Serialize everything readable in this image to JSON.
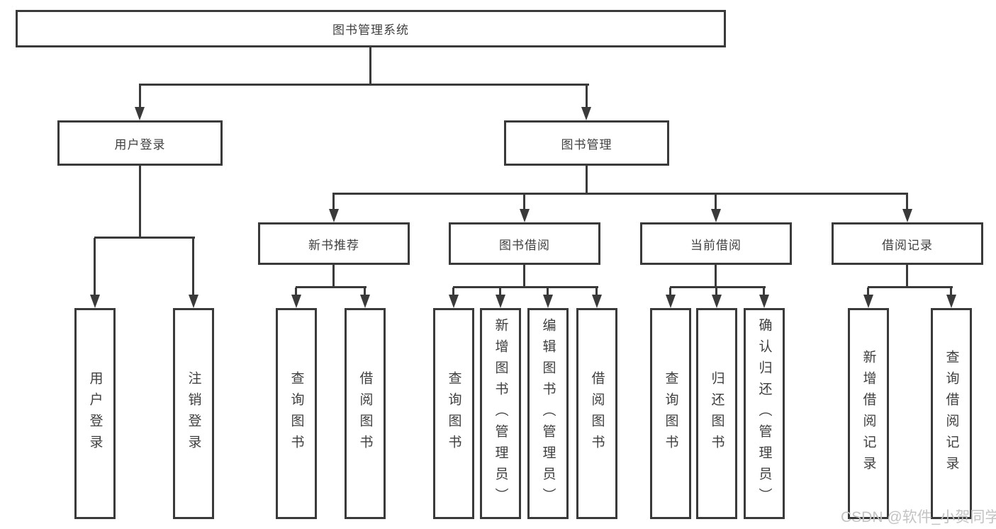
{
  "colors": {
    "line": "#3a3a3a",
    "text": "#3f3f3f",
    "watermark": "#c3c3c3",
    "background": "#ffffff"
  },
  "watermark": {
    "text": "CSDN @软件_小贺同学"
  },
  "tree": {
    "root": {
      "label": "图书管理系统"
    },
    "branches": [
      {
        "label": "用户登录",
        "children": [
          {
            "label": "用户登录"
          },
          {
            "label": "注销登录"
          }
        ]
      },
      {
        "label": "图书管理",
        "children": [
          {
            "label": "新书推荐",
            "children": [
              {
                "label": "查询图书"
              },
              {
                "label": "借阅图书"
              }
            ]
          },
          {
            "label": "图书借阅",
            "children": [
              {
                "label": "查询图书"
              },
              {
                "label": "新增图书（管理员）"
              },
              {
                "label": "编辑图书（管理员）"
              },
              {
                "label": "借阅图书"
              }
            ]
          },
          {
            "label": "当前借阅",
            "children": [
              {
                "label": "查询图书"
              },
              {
                "label": "归还图书"
              },
              {
                "label": "确认归还（管理员）"
              }
            ]
          },
          {
            "label": "借阅记录",
            "children": [
              {
                "label": "新增借阅记录"
              },
              {
                "label": "查询借阅记录"
              }
            ]
          }
        ]
      }
    ]
  }
}
